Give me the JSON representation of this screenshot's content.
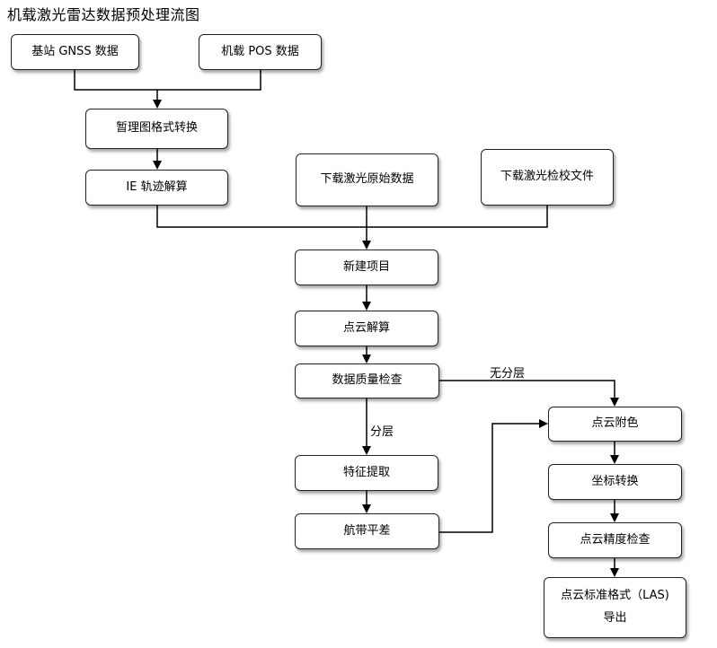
{
  "title": "机载激光雷达数据预处理流图",
  "nodes": {
    "gnss": "基站 GNSS 数据",
    "pos": "机载 POS 数据",
    "format_convert": "暂理图格式转换",
    "ie_solve": "IE 轨迹解算",
    "download_raw": "下载激光原始数据",
    "download_calib": "下载激光检校文件",
    "new_project": "新建项目",
    "pc_solve": "点云解算",
    "quality_check": "数据质量检查",
    "feature_extract": "特征提取",
    "strip_adjust": "航带平差",
    "colorize": "点云附色",
    "coord_transform": "坐标转换",
    "accuracy_check": "点云精度检查",
    "export_line1": "点云标准格式（LAS)",
    "export_line2": "导出"
  },
  "edge_labels": {
    "no_layer": "无分层",
    "layer": "分层"
  }
}
